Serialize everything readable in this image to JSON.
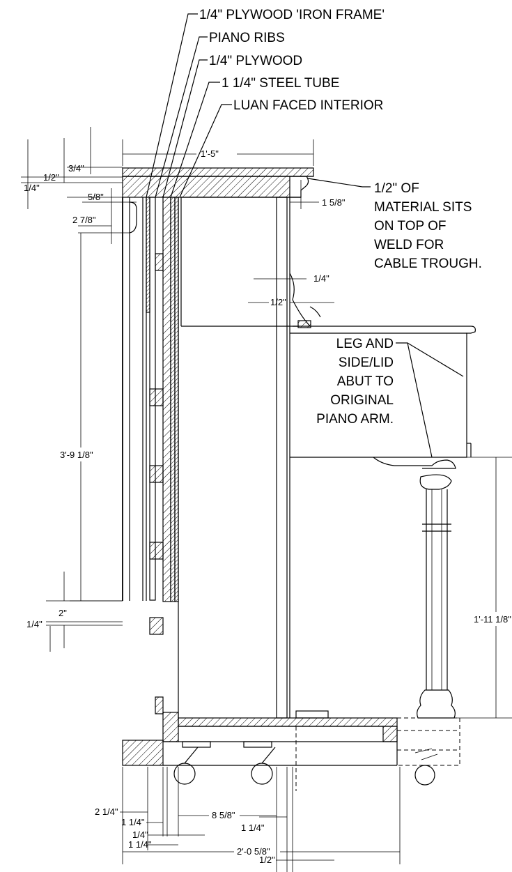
{
  "callouts": {
    "iron_frame": "1/4\" PLYWOOD 'IRON FRAME'",
    "piano_ribs": "PIANO RIBS",
    "plywood": "1/4\" PLYWOOD",
    "steel_tube": "1 1/4\" STEEL TUBE",
    "luan": "LUAN FACED INTERIOR",
    "material_note": [
      "1/2\" OF",
      "MATERIAL SITS",
      "ON TOP OF",
      "WELD FOR",
      "CABLE TROUGH."
    ],
    "leg_note": [
      "LEG AND",
      "SIDE/LID",
      "ABUT TO",
      "ORIGINAL",
      "PIANO ARM."
    ]
  },
  "dimensions": {
    "top_width": "1'-5\"",
    "d_3_4": "3/4\"",
    "d_1_2_top": "1/2\"",
    "d_1_4_top": "1/4\"",
    "d_5_8": "5/8\"",
    "d_2_7_8": "2 7/8\"",
    "d_1_5_8": "1 5/8\"",
    "d_1_4_mid": "1/4\"",
    "d_1_2_mid": "1/2\"",
    "height_main": "3'-9 1/8\"",
    "height_leg": "1'-11 1/8\"",
    "d_2": "2\"",
    "d_1_4_bottom": "1/4\"",
    "d_2_1_4": "2 1/4\"",
    "d_1_1_4_a": "1 1/4\"",
    "d_8_5_8": "8 5/8\"",
    "d_1_4_b": "1/4\"",
    "d_1_1_4_b": "1 1/4\"",
    "d_1_1_4_c": "1 1/4\"",
    "overall_width": "2'-0 5/8\"",
    "d_1_2_bottom": "1/2\""
  }
}
